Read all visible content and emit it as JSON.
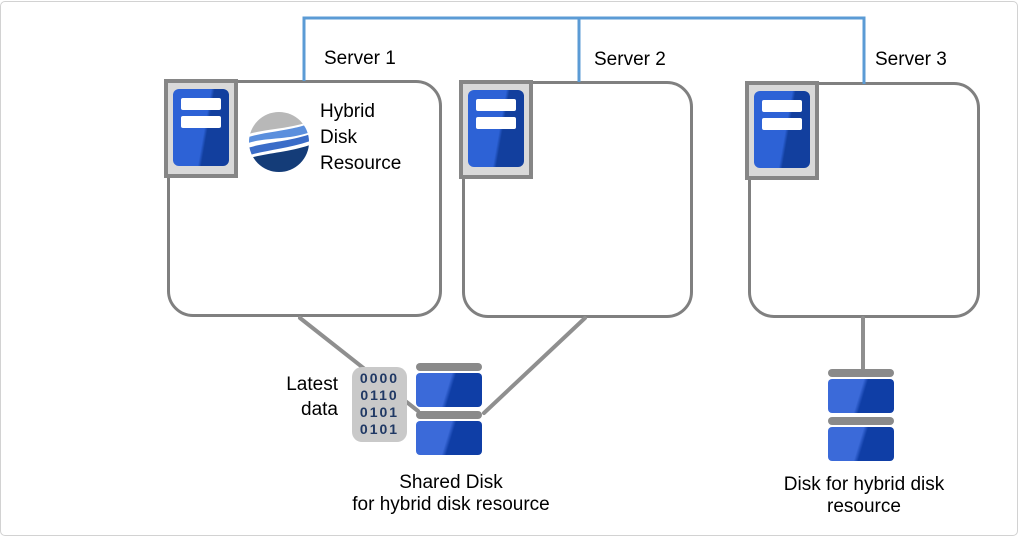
{
  "servers": [
    {
      "label": "Server 1"
    },
    {
      "label": "Server 2"
    },
    {
      "label": "Server 3"
    }
  ],
  "hybrid_disk_resource": {
    "lines": [
      "Hybrid",
      "Disk",
      "Resource"
    ]
  },
  "latest_data": {
    "lines": [
      "Latest",
      "data"
    ]
  },
  "binary_icon": {
    "rows": [
      "0000",
      "0110",
      "0101",
      "0101"
    ]
  },
  "shared_disk": {
    "label_lines": [
      "Shared Disk",
      "for hybrid disk resource"
    ]
  },
  "hybrid_disk": {
    "label_lines": [
      "Disk for hybrid disk",
      "resource"
    ]
  },
  "colors": {
    "connector_blue": "#5B9BD5",
    "connector_gray": "#8f8f8f",
    "box_border": "#808080",
    "server_blue_light": "#2d62d6",
    "server_blue_dark": "#123f9e",
    "disk_blue_light": "#3b6ad9",
    "disk_blue_dark": "#0f3ea6",
    "binary_background": "#c9c9c9",
    "binary_digits": "#1f3864",
    "swirl_gray": "#b8b8b8",
    "swirl_blue_light": "#5b8fdd",
    "swirl_blue_mid": "#3a6cc8",
    "swirl_navy": "#143c78"
  }
}
